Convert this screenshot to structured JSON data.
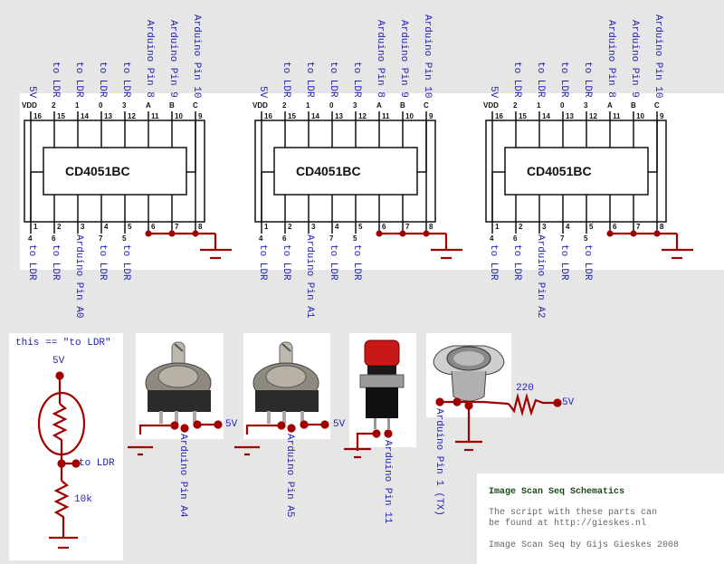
{
  "chips": [
    {
      "part": "CD4051BC",
      "top_pins": [
        {
          "name": "VDD",
          "num": "16",
          "signal": "5V"
        },
        {
          "name": "2",
          "num": "15",
          "signal": "to LDR"
        },
        {
          "name": "1",
          "num": "14",
          "signal": "to LDR"
        },
        {
          "name": "0",
          "num": "13",
          "signal": "to LDR"
        },
        {
          "name": "3",
          "num": "12",
          "signal": "to LDR"
        },
        {
          "name": "A",
          "num": "11",
          "signal": "Arduino Pin 8"
        },
        {
          "name": "B",
          "num": "10",
          "signal": "Arduino Pin 9"
        },
        {
          "name": "C",
          "num": "9",
          "signal": "Arduino Pin 10"
        }
      ],
      "bottom_pins": [
        {
          "name": "4",
          "num": "1",
          "signal": "to LDR"
        },
        {
          "name": "6",
          "num": "2",
          "signal": "to LDR"
        },
        {
          "name": "",
          "num": "3",
          "signal": "Arduino Pin A0"
        },
        {
          "name": "7",
          "num": "4",
          "signal": "to LDR"
        },
        {
          "name": "5",
          "num": "5",
          "signal": "to LDR"
        },
        {
          "name": "",
          "num": "6",
          "signal": ""
        },
        {
          "name": "",
          "num": "7",
          "signal": ""
        },
        {
          "name": "",
          "num": "8",
          "signal": ""
        }
      ]
    },
    {
      "part": "CD4051BC",
      "top_pins": [
        {
          "name": "VDD",
          "num": "16",
          "signal": "5V"
        },
        {
          "name": "2",
          "num": "15",
          "signal": "to LDR"
        },
        {
          "name": "1",
          "num": "14",
          "signal": "to LDR"
        },
        {
          "name": "0",
          "num": "13",
          "signal": "to LDR"
        },
        {
          "name": "3",
          "num": "12",
          "signal": "to LDR"
        },
        {
          "name": "A",
          "num": "11",
          "signal": "Arduino Pin 8"
        },
        {
          "name": "B",
          "num": "10",
          "signal": "Arduino Pin 9"
        },
        {
          "name": "C",
          "num": "9",
          "signal": "Arduino Pin 10"
        }
      ],
      "bottom_pins": [
        {
          "name": "4",
          "num": "1",
          "signal": "to LDR"
        },
        {
          "name": "6",
          "num": "2",
          "signal": "to LDR"
        },
        {
          "name": "",
          "num": "3",
          "signal": "Arduino Pin A1"
        },
        {
          "name": "7",
          "num": "4",
          "signal": "to LDR"
        },
        {
          "name": "5",
          "num": "5",
          "signal": "to LDR"
        },
        {
          "name": "",
          "num": "6",
          "signal": ""
        },
        {
          "name": "",
          "num": "7",
          "signal": ""
        },
        {
          "name": "",
          "num": "8",
          "signal": ""
        }
      ]
    },
    {
      "part": "CD4051BC",
      "top_pins": [
        {
          "name": "VDD",
          "num": "16",
          "signal": "5V"
        },
        {
          "name": "2",
          "num": "15",
          "signal": "to LDR"
        },
        {
          "name": "1",
          "num": "14",
          "signal": "to LDR"
        },
        {
          "name": "0",
          "num": "13",
          "signal": "to LDR"
        },
        {
          "name": "3",
          "num": "12",
          "signal": "to LDR"
        },
        {
          "name": "A",
          "num": "11",
          "signal": "Arduino Pin 8"
        },
        {
          "name": "B",
          "num": "10",
          "signal": "Arduino Pin 9"
        },
        {
          "name": "C",
          "num": "9",
          "signal": "Arduino Pin 10"
        }
      ],
      "bottom_pins": [
        {
          "name": "4",
          "num": "1",
          "signal": "to LDR"
        },
        {
          "name": "6",
          "num": "2",
          "signal": "to LDR"
        },
        {
          "name": "",
          "num": "3",
          "signal": "Arduino Pin A2"
        },
        {
          "name": "7",
          "num": "4",
          "signal": "to LDR"
        },
        {
          "name": "5",
          "num": "5",
          "signal": "to LDR"
        },
        {
          "name": "",
          "num": "6",
          "signal": ""
        },
        {
          "name": "",
          "num": "7",
          "signal": ""
        },
        {
          "name": "",
          "num": "8",
          "signal": ""
        }
      ]
    }
  ],
  "ldr_circuit": {
    "title": "this == \"to LDR\"",
    "supply": "5V",
    "output": "to LDR",
    "resistor": "10k"
  },
  "pots": [
    {
      "wiper": "Arduino Pin A4",
      "supply": "5V"
    },
    {
      "wiper": "Arduino Pin A5",
      "supply": "5V"
    }
  ],
  "button": {
    "signal": "Arduino Pin 11"
  },
  "din": {
    "signal": "Arduino Pin 1 (TX)",
    "resistor": "220",
    "supply": "5V"
  },
  "credits": {
    "title": "Image Scan Seq Schematics",
    "line1": "The script with these parts can",
    "line2": "be found at http://gieskes.nl",
    "line3": "Image Scan Seq by Gijs Gieskes 2008"
  },
  "colors": {
    "background": "#e6e6e6",
    "label_blue": "#1f1fb4",
    "wire_red": "#a00000",
    "credits_title": "#1a4a1a",
    "credits_text": "#666666"
  }
}
